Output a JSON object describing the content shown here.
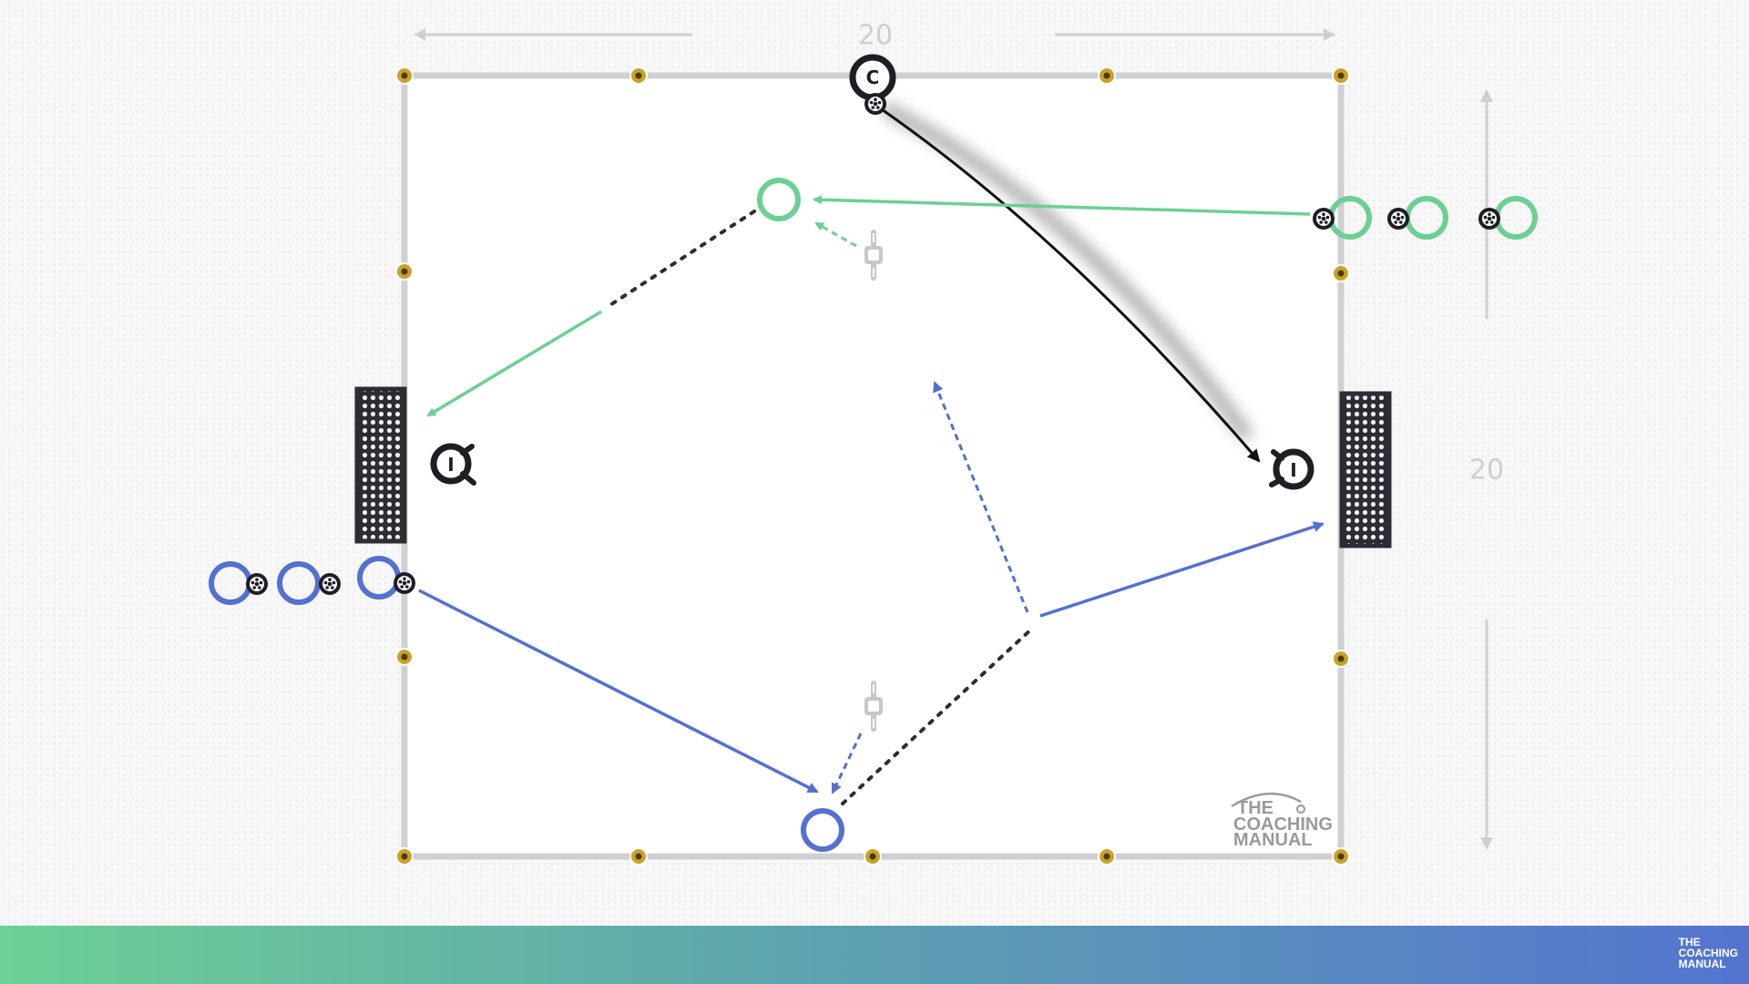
{
  "diagram": {
    "dimension_top": "20",
    "dimension_right": "20",
    "coach_letter": "C",
    "goalkeeper_letter": "I",
    "watermark": {
      "line1": "THE",
      "line2": "COACHING",
      "line3": "MANUAL"
    }
  },
  "colors": {
    "pitch": "#ffffff",
    "boundary": "#d0d0d4",
    "cone": "#c9a227",
    "green_team": "#6dcf95",
    "blue_team": "#5470d0",
    "coach": "#1e1e24",
    "mannequin": "#c7c7c7",
    "dimension": "#cfcfcf"
  },
  "icons": [
    "cone-icon",
    "player-icon",
    "ball-icon",
    "goal-icon",
    "mannequin-icon",
    "coach-icon",
    "goalkeeper-icon"
  ],
  "footer": {
    "logo_line1": "THE",
    "logo_line2": "COACHING",
    "logo_line3": "MANUAL"
  }
}
